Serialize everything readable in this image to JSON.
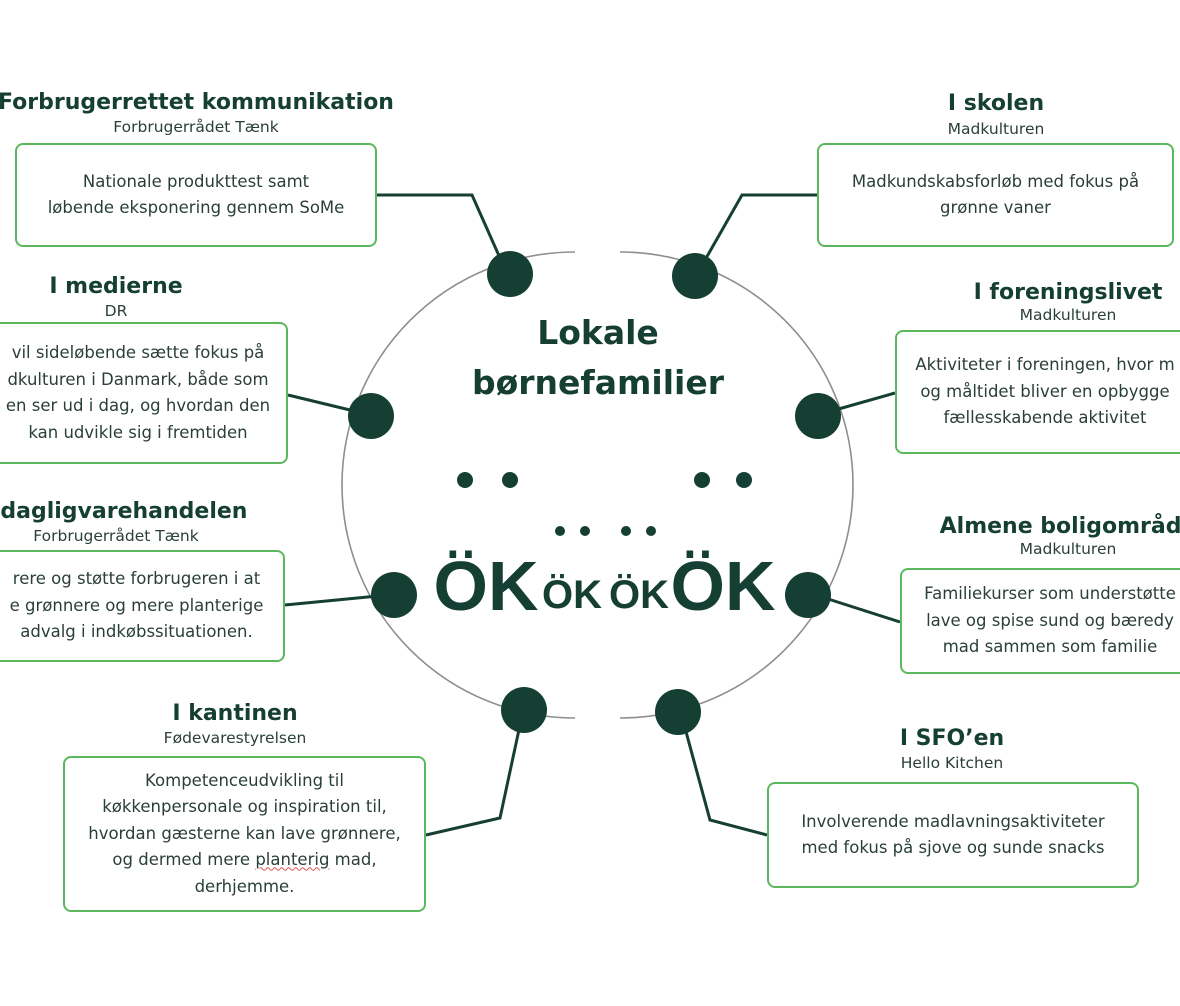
{
  "center": {
    "title": "Lokale\nbørnefamilier",
    "logo_text": [
      "ÖK",
      "ÖK",
      "ÖK",
      "ÖK"
    ]
  },
  "colors": {
    "dark_green": "#163f33",
    "box_border": "#5cb85c",
    "ring": "#8e8e8e",
    "text": "#2a3f38"
  },
  "nodes": [
    {
      "id": "forbrugerrettet-kommunikation",
      "title": "Forbrugerrettet kommunikation",
      "subtitle": "Forbrugerrådet Tænk",
      "text": "Nationale produkttest samt\nløbende eksponering gennem SoMe"
    },
    {
      "id": "i-medierne",
      "title": "I medierne",
      "subtitle": "DR",
      "text": "vil sideløbende sætte fokus på\ndkulturen i Danmark, både som\nen ser ud i dag, og hvordan den\nkan udvikle sig i fremtiden"
    },
    {
      "id": "i-dagligvarehandelen",
      "title": "I dagligvarehandelen",
      "subtitle": "Forbrugerrådet Tænk",
      "text": "rere og støtte forbrugeren i at\ne grønnere og mere planterige\nadvalg i indkøbssituationen."
    },
    {
      "id": "i-kantinen",
      "title": "I kantinen",
      "subtitle": "Fødevarestyrelsen",
      "text_before": "Kompetenceudvikling til\nkøkkenpersonale og inspiration til,\nhvordan gæsterne kan lave grønnere,\nog dermed mere ",
      "text_marked": "planterig",
      "text_after": " mad,\nderhjemme."
    },
    {
      "id": "i-skolen",
      "title": "I skolen",
      "subtitle": "Madkulturen",
      "text": "Madkundskabsforløb med fokus på\ngrønne vaner"
    },
    {
      "id": "i-foreningslivet",
      "title": "I foreningslivet",
      "subtitle": "Madkulturen",
      "text": "Aktiviteter i foreningen, hvor m\nog måltidet bliver en opbygge\nfællesskabende aktivitet"
    },
    {
      "id": "almene-boligomraader",
      "title": "Almene boligområde",
      "subtitle": "Madkulturen",
      "text": "Familiekurser som understøtte\nlave og spise sund og bæredy\nmad sammen som familie"
    },
    {
      "id": "i-sfoen",
      "title": "I SFO’en",
      "subtitle": "Hello Kitchen",
      "text": "Involverende madlavningsaktiviteter\nmed fokus på sjove og sunde snacks"
    }
  ]
}
